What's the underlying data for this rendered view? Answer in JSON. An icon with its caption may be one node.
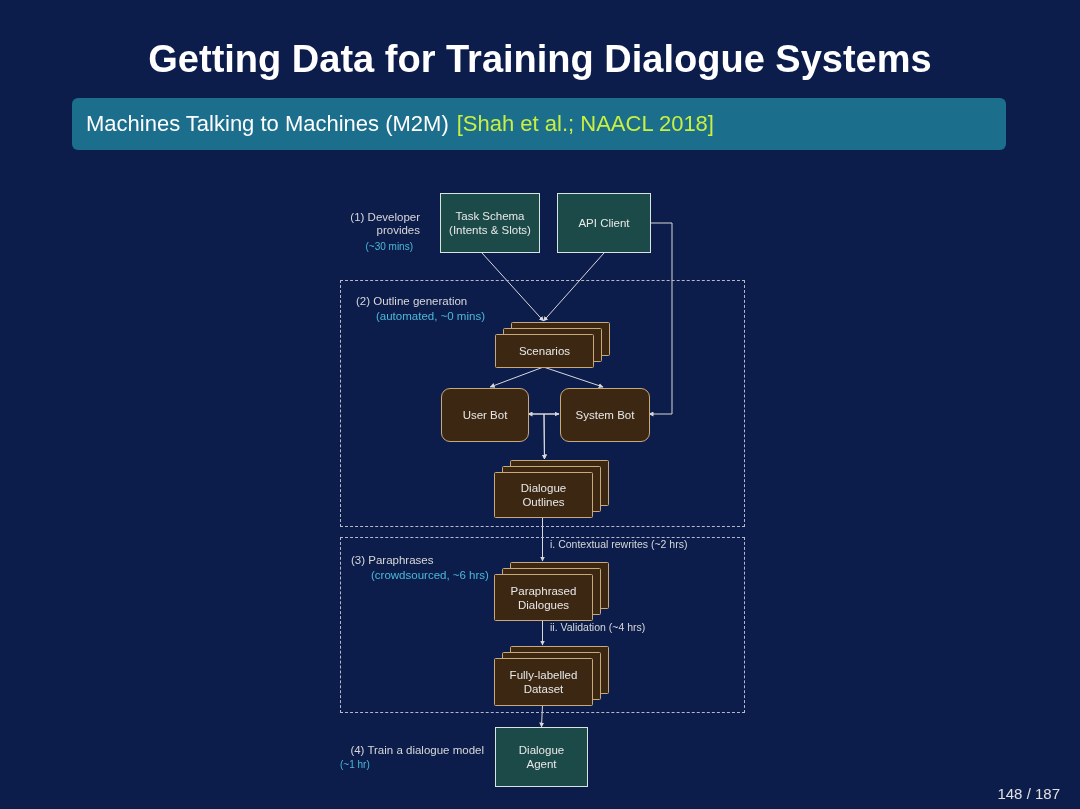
{
  "diagram": {
    "title": "Getting Data for Training Dialogue Systems",
    "nodes": [
      {
        "text": [
          "Task Schema (Intents & Slots)"
        ]
      },
      {
        "text": [
          "API Client"
        ]
      },
      {
        "text": [
          "(2) Outline generation",
          "(automated, ~0 mins)"
        ]
      },
      {
        "text": [
          "Scenarios"
        ],
        "in": 2
      },
      {
        "text": [
          "User Bot"
        ],
        "in": 2
      },
      {
        "text": [
          "System Bot"
        ],
        "in": 2
      },
      {
        "text": [
          "Dialogue Outlines"
        ],
        "in": 2
      },
      {
        "text": [
          "(3) Paraphrases",
          "(crowdsourced, ~6 hrs)"
        ]
      },
      {
        "text": [
          "Paraphrased Dialogues"
        ],
        "in": 7
      },
      {
        "text": [
          "Fully-labelled Dataset"
        ],
        "in": 7
      },
      {
        "text": [
          "Dialogue Agent"
        ]
      }
    ],
    "edges": [
      {
        "from": 0,
        "to": 3,
        "arrow": "to"
      },
      {
        "from": 1,
        "to": 3,
        "arrow": "to"
      },
      {
        "from": 1,
        "to": 5,
        "arrow": "to"
      },
      {
        "from": 3,
        "to": 4,
        "arrow": "to"
      },
      {
        "from": 3,
        "to": 5,
        "arrow": "to"
      },
      {
        "from": 4,
        "to": 5,
        "arrow": "both"
      },
      {
        "from": 4,
        "to": 6,
        "arrow": "to"
      },
      {
        "from": 5,
        "to": 6,
        "arrow": "to"
      },
      {
        "from": 6,
        "to": 8,
        "arrow": "to",
        "label": "i. Contextual rewrites (~2 hrs)"
      },
      {
        "from": 8,
        "to": 9,
        "arrow": "to",
        "label": "ii. Validation (~4 hrs)"
      },
      {
        "from": 9,
        "to": 10,
        "arrow": "to"
      }
    ],
    "labels": [
      "Machines Talking to Machines (M2M)",
      "[Shah et al.; NAACL 2018]",
      "(1) Developer provides",
      "(~30 mins)",
      "(4) Train a dialogue model",
      "(~1 hr)",
      "148 / 187"
    ]
  }
}
